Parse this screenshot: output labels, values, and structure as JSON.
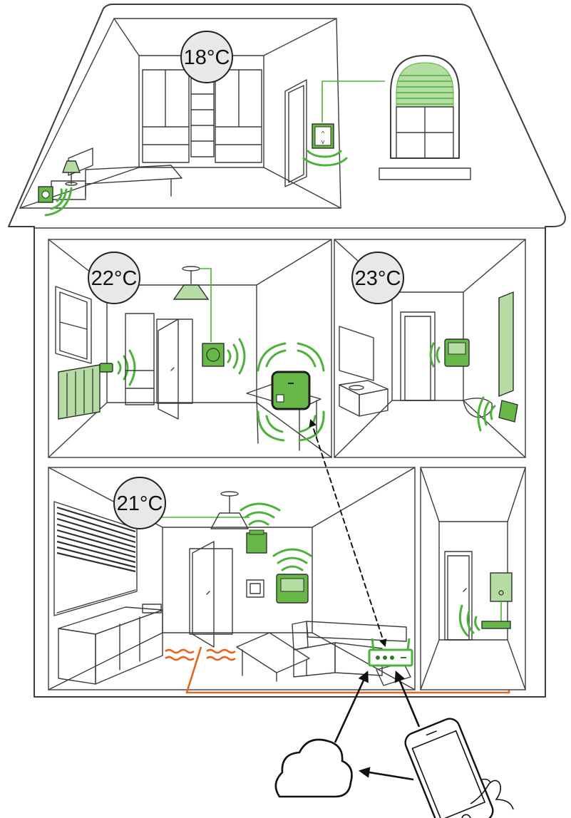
{
  "rooms": [
    {
      "id": "attic-bedroom",
      "temperature": "18°C"
    },
    {
      "id": "living-room-upper",
      "temperature": "22°C"
    },
    {
      "id": "bathroom",
      "temperature": "23°C"
    },
    {
      "id": "living-kitchen",
      "temperature": "21°C"
    }
  ],
  "colors": {
    "device_green": "#67b846",
    "device_light_green": "#b4dca3",
    "signal_green": "#4cb33a",
    "heating_orange": "#e8651f",
    "outline": "#3c3c3c"
  },
  "icons": [
    "cloud-icon",
    "smartphone-icon",
    "router-icon",
    "hub-icon",
    "thermostat-icon",
    "radiator-icon",
    "window-icon",
    "door-icon",
    "lamp-icon",
    "wireless-signal-icon"
  ]
}
